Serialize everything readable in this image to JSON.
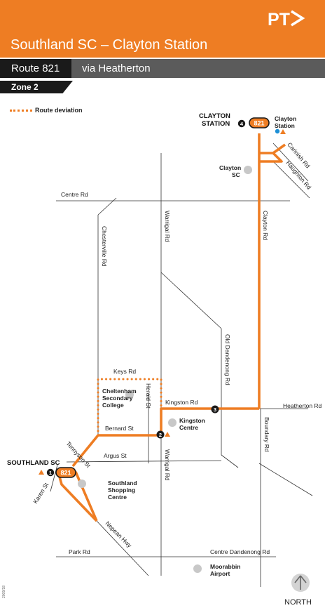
{
  "header": {
    "logo_text": "PT",
    "route_name": "Southland SC – Clayton Station",
    "route_number_label": "Route 821",
    "via_label": "via Heatherton",
    "zone_label": "Zone 2",
    "brand_color": "#ee7d23"
  },
  "legend": {
    "deviation_label": "Route deviation"
  },
  "roads": {
    "centre_rd": "Centre Rd",
    "chesterville_rd": "Chesterville Rd",
    "warrigal_rd_north": "Warrigal Rd",
    "warrigal_rd_south": "Warrigal Rd",
    "clayton_rd": "Clayton Rd",
    "carinish_rd": "Carinish Rd",
    "haughton_rd": "Haughton Rd",
    "old_dandenong_rd": "Old Dandenong Rd",
    "keys_rd": "Keys Rd",
    "herald_st": "Herald St",
    "kingston_rd": "Kingston Rd",
    "heatherton_rd": "Heatherton Rd",
    "boundary_rd": "Boundary Rd",
    "bernard_st": "Bernard St",
    "argus_st": "Argus St",
    "tennyson_st": "Tennyson St",
    "karen_st": "Karen St",
    "nepean_hwy": "Nepean Hwy",
    "park_rd": "Park Rd",
    "centre_dandenong_rd": "Centre Dandenong Rd"
  },
  "places": {
    "clayton_station_line1": "Clayton",
    "clayton_station_line2": "Station",
    "clayton_sc_line1": "Clayton",
    "clayton_sc_line2": "SC",
    "cheltenham_line1": "Cheltenham",
    "cheltenham_line2": "Secondary",
    "cheltenham_line3": "College",
    "kingston_line1": "Kingston",
    "kingston_line2": "Centre",
    "southland_line1": "Southland",
    "southland_line2": "Shopping",
    "southland_line3": "Centre",
    "moorabbin_line1": "Moorabbin",
    "moorabbin_line2": "Airport"
  },
  "stops": [
    {
      "number": "1",
      "label": "SOUTHLAND SC"
    },
    {
      "number": "2",
      "label": ""
    },
    {
      "number": "3",
      "label": ""
    },
    {
      "number": "4",
      "label_line1": "CLAYTON",
      "label_line2": "STATION"
    }
  ],
  "route_badges": {
    "start": "821",
    "end": "821"
  },
  "compass": {
    "label": "NORTH",
    "icon": "north-arrow-icon"
  },
  "footer_code": "2009/18"
}
